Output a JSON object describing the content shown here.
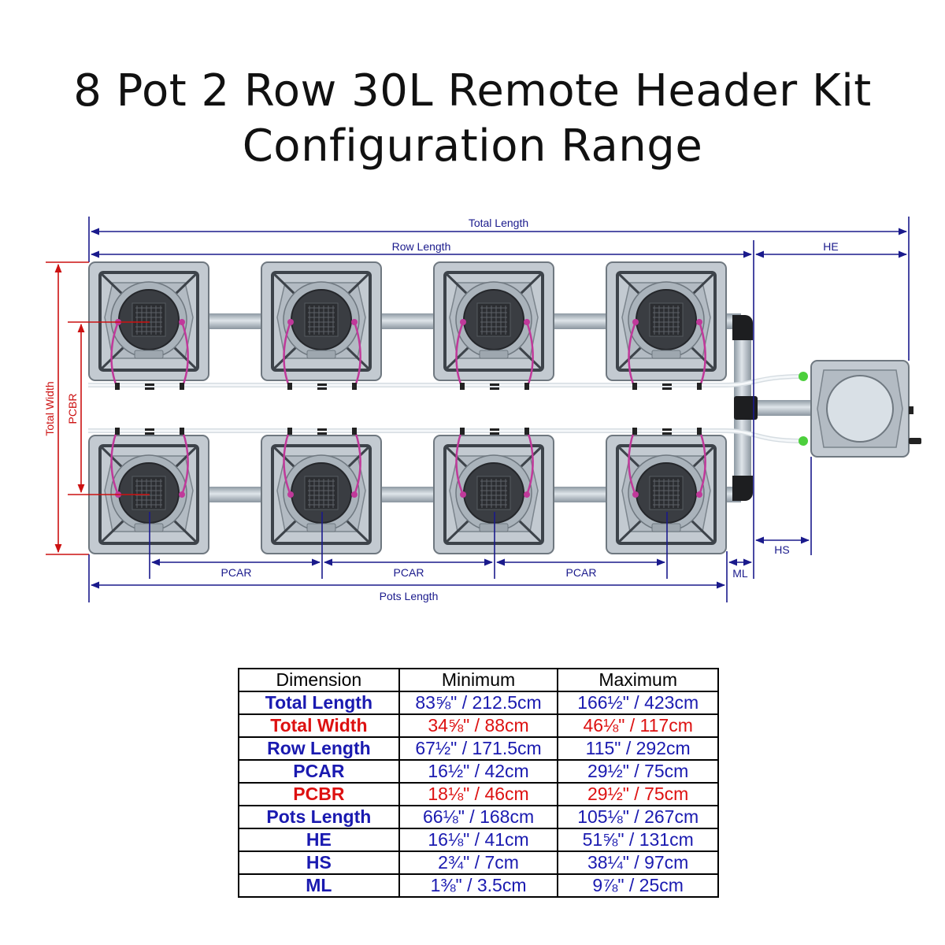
{
  "title": {
    "line1": "8 Pot 2 Row 30L Remote Header Kit",
    "line2": "Configuration Range"
  },
  "diagram": {
    "labels": {
      "total_length": "Total Length",
      "row_length": "Row Length",
      "he": "HE",
      "total_width": "Total Width",
      "pcbr": "PCBR",
      "pcar": "PCAR",
      "pots_length": "Pots Length",
      "ml": "ML",
      "hs": "HS"
    },
    "colors": {
      "dimension_blue": "#1a1a8c",
      "dimension_red": "#cc1111",
      "pot_body": "#c5ccd3",
      "pot_basket": "#3a3d42",
      "pipe": "#a9b3bb",
      "drip_line": "#c0399a",
      "connector": "#4ccf3c"
    }
  },
  "table": {
    "headers": [
      "Dimension",
      "Minimum",
      "Maximum"
    ],
    "rows": [
      {
        "dimension": "Total Length",
        "min": "83⅝\" / 212.5cm",
        "max": "166½\" / 423cm",
        "color": "blue"
      },
      {
        "dimension": "Total Width",
        "min": "34⅝\" / 88cm",
        "max": "46⅛\" / 117cm",
        "color": "red"
      },
      {
        "dimension": "Row Length",
        "min": "67½\" / 171.5cm",
        "max": "115\" / 292cm",
        "color": "blue"
      },
      {
        "dimension": "PCAR",
        "min": "16½\" / 42cm",
        "max": "29½\" / 75cm",
        "color": "blue"
      },
      {
        "dimension": "PCBR",
        "min": "18⅛\" / 46cm",
        "max": "29½\" / 75cm",
        "color": "red"
      },
      {
        "dimension": "Pots Length",
        "min": "66⅛\" / 168cm",
        "max": "105⅛\" / 267cm",
        "color": "blue"
      },
      {
        "dimension": "HE",
        "min": "16⅛\" / 41cm",
        "max": "51⅝\" / 131cm",
        "color": "blue"
      },
      {
        "dimension": "HS",
        "min": "2¾\" / 7cm",
        "max": "38¼\" / 97cm",
        "color": "blue"
      },
      {
        "dimension": "ML",
        "min": "1⅜\" / 3.5cm",
        "max": "9⅞\" / 25cm",
        "color": "blue"
      }
    ]
  }
}
